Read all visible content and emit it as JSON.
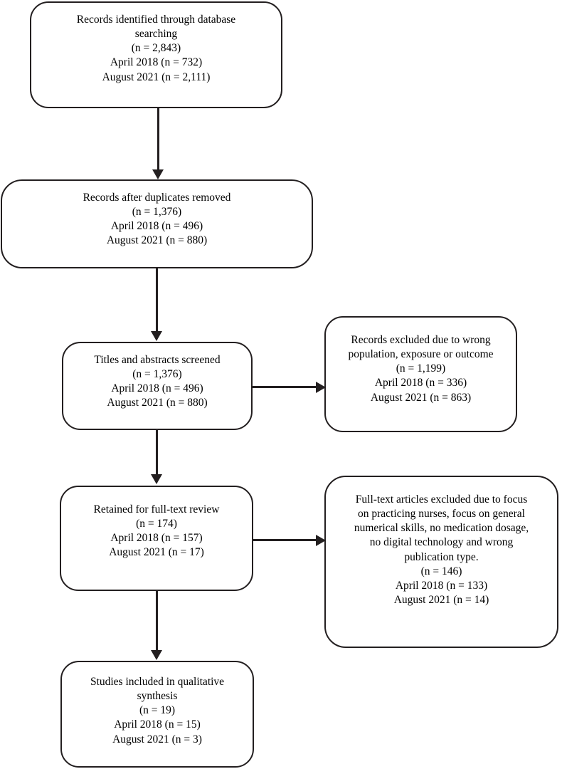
{
  "diagram": {
    "type": "prisma-flow-diagram",
    "title": "",
    "stroke_color": "#231f20",
    "background_color": "#ffffff",
    "text_color": "#000000",
    "boxes": [
      {
        "id": "records-identified",
        "text": "Records identified through database\nsearching\n(n = 2,843)\nApril 2018 (n = 732)\nAugust 2021 (n = 2,111)",
        "count_total": "2,843",
        "april_2018": "732",
        "august_2021": "2,111"
      },
      {
        "id": "records-after-duplicates",
        "text": "Records after duplicates removed\n(n = 1,376)\nApril 2018 (n = 496)\nAugust 2021 (n = 880)",
        "count_total": "1,376",
        "april_2018": "496",
        "august_2021": "880"
      },
      {
        "id": "titles-abstracts-screened",
        "text": "Titles and abstracts screened\n(n = 1,376)\nApril 2018 (n = 496)\nAugust 2021 (n = 880)",
        "count_total": "1,376",
        "april_2018": "496",
        "august_2021": "880"
      },
      {
        "id": "records-excluded",
        "text": "Records excluded due to wrong\npopulation, exposure or outcome\n(n = 1,199)\nApril 2018 (n = 336)\nAugust 2021 (n = 863)",
        "count_total": "1,199",
        "april_2018": "336",
        "august_2021": "863"
      },
      {
        "id": "retained-full-text",
        "text": "Retained for full-text review\n(n = 174)\nApril 2018 (n = 157)\nAugust 2021 (n = 17)",
        "count_total": "174",
        "april_2018": "157",
        "august_2021": "17"
      },
      {
        "id": "full-text-excluded",
        "text": "Full-text articles excluded due to focus\non practicing nurses, focus on general\nnumerical skills, no medication dosage,\nno digital technology and wrong\npublication type.\n(n = 146)\nApril 2018 (n = 133)\nAugust 2021 (n = 14)",
        "count_total": "146",
        "april_2018": "133",
        "august_2021": "14"
      },
      {
        "id": "studies-included",
        "text": "Studies included in qualitative\nsynthesis\n(n = 19)\nApril 2018 (n = 15)\nAugust 2021 (n = 3)",
        "count_total": "19",
        "april_2018": "15",
        "august_2021": "3"
      }
    ]
  }
}
